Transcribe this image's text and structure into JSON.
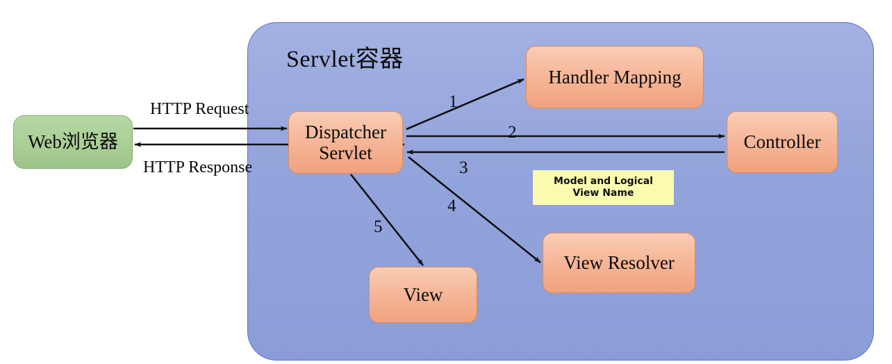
{
  "diagram": {
    "title": "Servlet容器",
    "nodes": {
      "web_browser": "Web浏览器",
      "dispatcher_servlet": "Dispatcher\nServlet",
      "dispatcher_servlet_line1": "Dispatcher",
      "dispatcher_servlet_line2": "Servlet",
      "handler_mapping": "Handler Mapping",
      "controller": "Controller",
      "view_resolver": "View Resolver",
      "view": "View"
    },
    "note": {
      "line1": "Model and Logical",
      "line2": "View Name"
    },
    "edges": {
      "http_request": "HTTP Request",
      "http_response": "HTTP Response",
      "step_1": "1",
      "step_2": "2",
      "step_3": "3",
      "step_4": "4",
      "step_5": "5"
    },
    "colors": {
      "panel_blue": "#93a4dc",
      "panel_border": "#5a72c4",
      "node_orange_top": "#f9cdb5",
      "node_orange_bottom": "#f0a27e",
      "node_orange_border": "#e08a52",
      "node_green_top": "#b6d7a4",
      "node_green_bottom": "#9cc487",
      "node_green_border": "#7fae6b",
      "note_yellow": "#fbfbb0",
      "arrow_black": "#111111",
      "background": "#ffffff"
    }
  }
}
